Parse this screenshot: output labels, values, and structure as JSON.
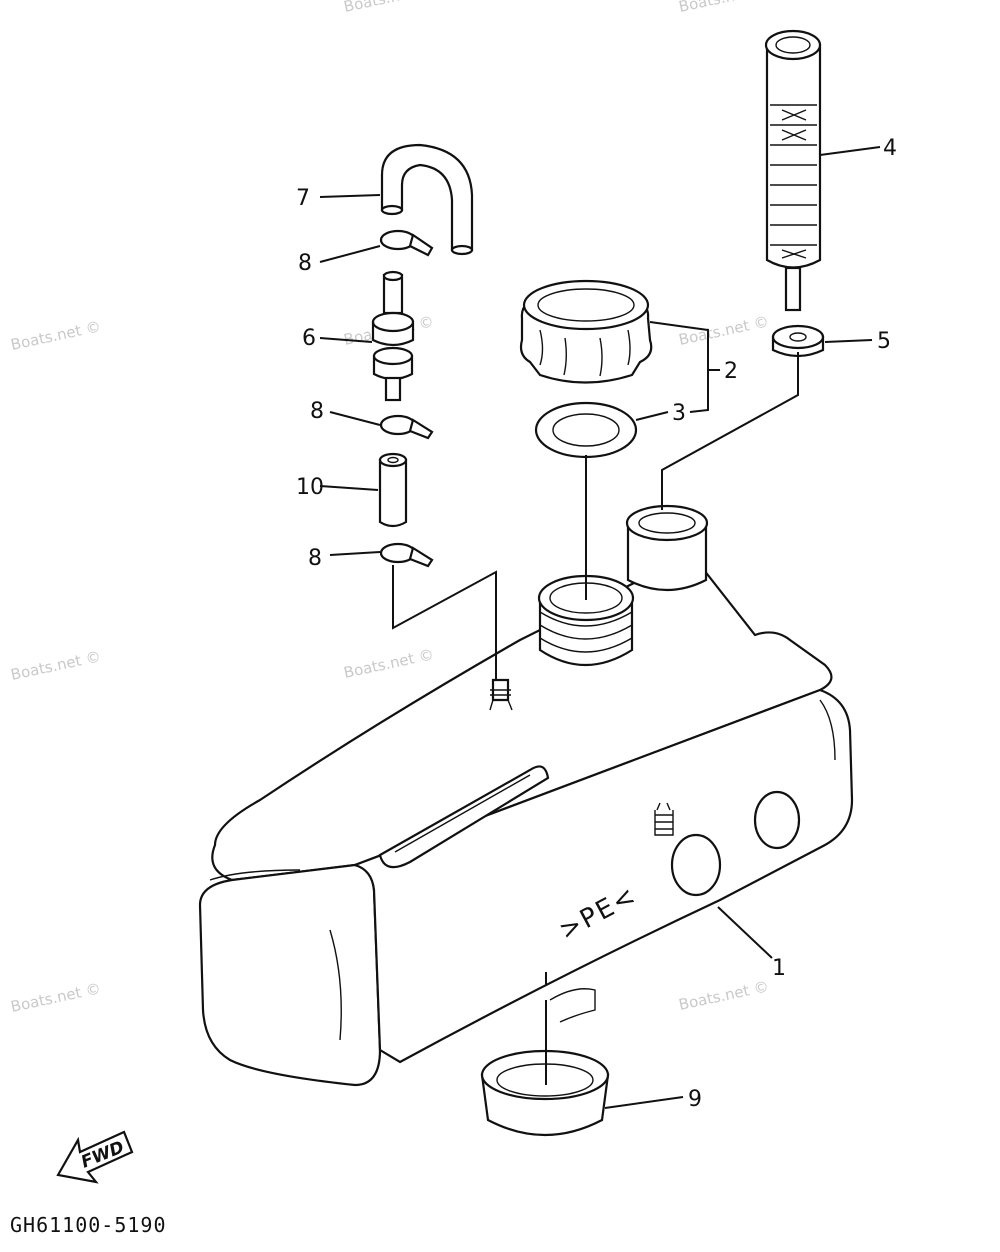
{
  "diagram": {
    "drawing_code": "GH61100-5190",
    "fwd_label": "FWD",
    "tank_marking": ">PE<",
    "watermark": "Boats.net ©",
    "callouts": {
      "c1": "1",
      "c2": "2",
      "c3": "3",
      "c4": "4",
      "c5": "5",
      "c6": "6",
      "c7": "7",
      "c8a": "8",
      "c8b": "8",
      "c8c": "8",
      "c9": "9",
      "c10": "10"
    }
  }
}
